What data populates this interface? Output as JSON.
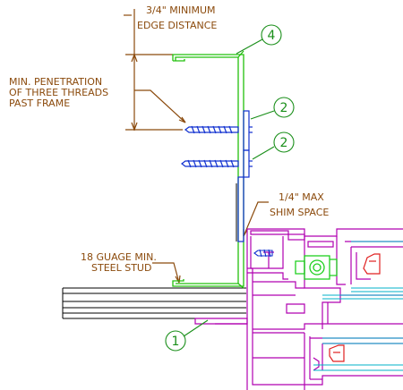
{
  "drawing": {
    "notes": {
      "edge_distance_line1": "3/4\" MINIMUM",
      "edge_distance_line2": "EDGE DISTANCE",
      "penetration_line1": "MIN. PENETRATION",
      "penetration_line2": "OF THREE THREADS",
      "penetration_line3": "PAST FRAME",
      "shim_line1": "1/4\" MAX",
      "shim_line2": "SHIM SPACE",
      "stud_line1": "18 GUAGE MIN.",
      "stud_line2": "STEEL STUD"
    },
    "callouts": {
      "stud_channel": "4",
      "screw_upper": "2",
      "screw_lower": "2",
      "shim": "1"
    },
    "colors": {
      "text": "#8b4a0c",
      "dimension": "#8b4a0c",
      "stud": "#22c00c",
      "callout": "#1a8f1a",
      "screw": "#1030d0",
      "frame": "#b000b0",
      "glass": "#00b0c8",
      "red_detail": "#e02020",
      "gasket": "#1fd01f",
      "wall": "#000000"
    }
  }
}
